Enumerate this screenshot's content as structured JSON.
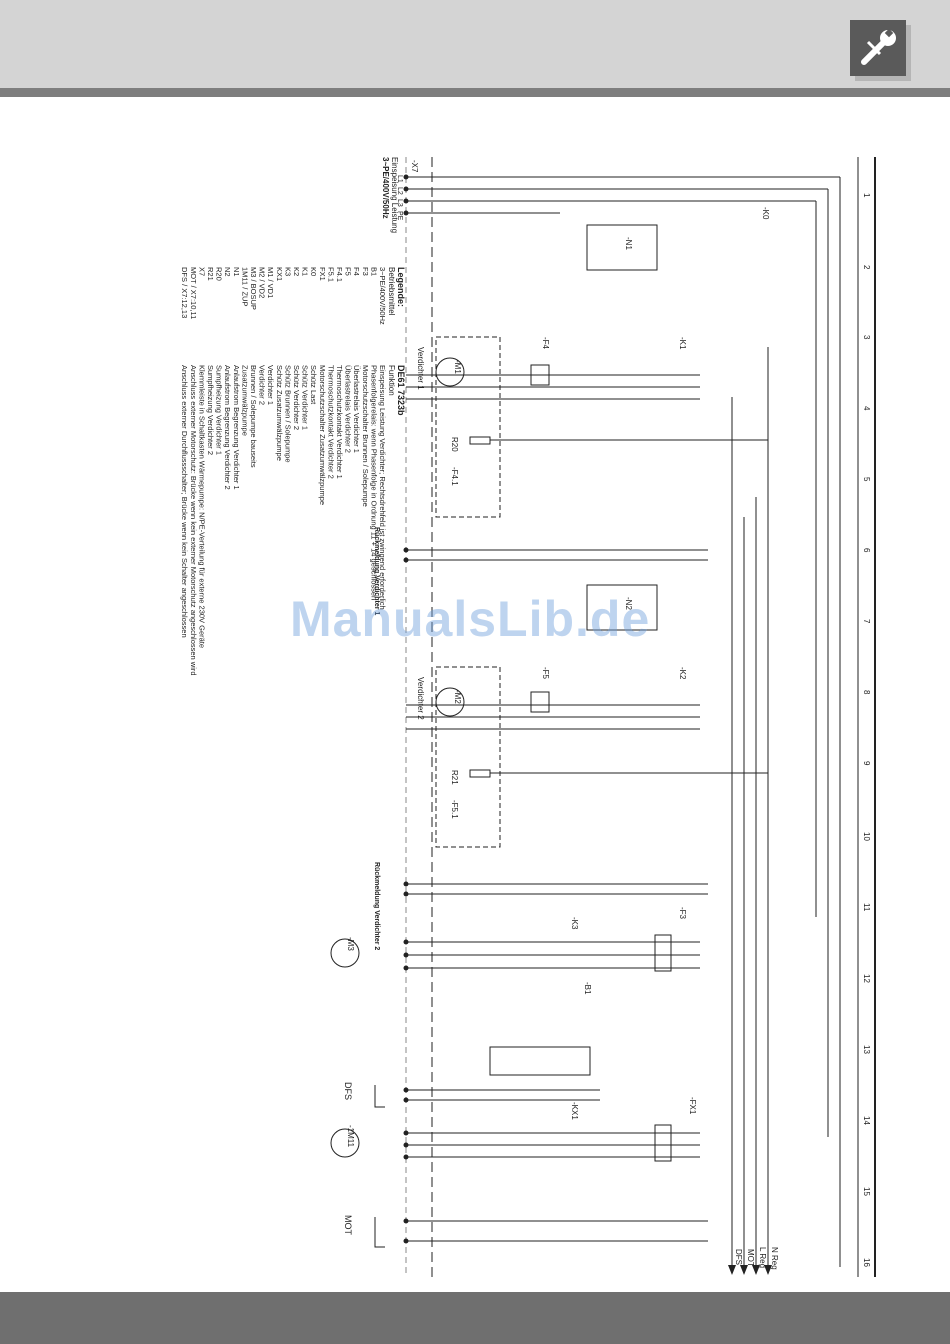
{
  "header": {
    "icon": "wrench-screwdriver-icon"
  },
  "colors": {
    "header_bg": "#d4d4d4",
    "stripe": "#7e7e7e",
    "footer": "#6f6f6f",
    "accent_pink": "#d633c7"
  },
  "watermark": "ManualsLib.de",
  "legend": {
    "title": "Legende:",
    "doc_id": "DE61 7323b",
    "col1_header": "Betriebsmittel",
    "col2_header": "Funktion",
    "rows": [
      [
        "3~PE/400V/50Hz",
        "Einspeisung Leistung Verdichter; Rechtsdrehfeld ist zwingend erforderlich"
      ],
      [
        "B1",
        "Phasenfolgerelais: wenn Phasenfolge in Ordnung 11 + 14 geschlossen"
      ],
      [
        "F3",
        "Motorschutzschalter Brunnen / Solepumpe"
      ],
      [
        "F4",
        "Überlastrelais Verdichter 1"
      ],
      [
        "F5",
        "Überlastrelais Verdichter 2"
      ],
      [
        "F4.1",
        "Thermoschutzkontakt Verdichter 1"
      ],
      [
        "F5.1",
        "Thermoschutzkontakt Verdichter 2"
      ],
      [
        "FX1",
        "Motorschutzschalter Zusatzumwälzpumpe"
      ],
      [
        "K0",
        "Schütz Last"
      ],
      [
        "K1",
        "Schütz Verdichter 1"
      ],
      [
        "K2",
        "Schütz Verdichter 2"
      ],
      [
        "K3",
        "Schütz Brunnen / Solepumpe"
      ],
      [
        "KX1",
        "Schütz Zusatzumwälzpumpe"
      ],
      [
        "M1 / VD1",
        "Verdichter 1"
      ],
      [
        "M2 / VD2",
        "Verdichter 2"
      ],
      [
        "M3 / BOSUP",
        "Brunnen / Solepumpe bauseits"
      ],
      [
        "1M11 / ZUP",
        "Zusatzumwälzpumpe"
      ],
      [
        "N1",
        "Anlaufstrom Begrenzung Verdichter 1"
      ],
      [
        "N2",
        "Anlaufstrom Begrenzung Verdichter 2"
      ],
      [
        "R20",
        "Sumpfheizung Verdichter 1"
      ],
      [
        "R21",
        "Sumpfheizung Verdichter 2"
      ],
      [
        "X7",
        "Klemmleiste in Schaltkasten Wärmepumpe: N/PE-Verteilung für externe 230V Geräte"
      ],
      [
        "MOT / X7:10,11",
        "Anschluss externer Motorschutz: Brücke wenn kein externer Motorschutz angeschlossen wird"
      ],
      [
        "DFS / X7:12,13",
        "Anschluss externer Durchflussschalter; Brücke wenn kein Schalter angeschlossen"
      ]
    ]
  },
  "supply_label": "Einspeisung Leistung",
  "supply_voltage": "3~PE/400V/50Hz",
  "terminal_labels": [
    "L1",
    "L2",
    "L3",
    "PE"
  ],
  "compressor_labels": [
    "Verdichter 1",
    "Verdichter 2"
  ],
  "feedback_labels": [
    "Rückmeldung Verdichter 1",
    "Rückmeldung Verdichter 2"
  ],
  "ruler_numbers": [
    "1",
    "2",
    "3",
    "4",
    "5",
    "6",
    "7",
    "8",
    "9",
    "10",
    "11",
    "12",
    "13",
    "14",
    "15",
    "16"
  ],
  "devices": [
    "-X7",
    "-K0",
    "-N1",
    "-N2",
    "-F4",
    "-F5",
    "-K1",
    "-K2",
    "-K3",
    "-KX1",
    "-F3",
    "-FX1",
    "-M1",
    "-M2",
    "-M3",
    "-1M11",
    "-B1",
    "R20",
    "R21",
    "-F4.1",
    "-F5.1",
    "DFS",
    "MOT"
  ],
  "outputs": [
    "N Reg",
    "L Reg",
    "MOT",
    "DFS"
  ]
}
